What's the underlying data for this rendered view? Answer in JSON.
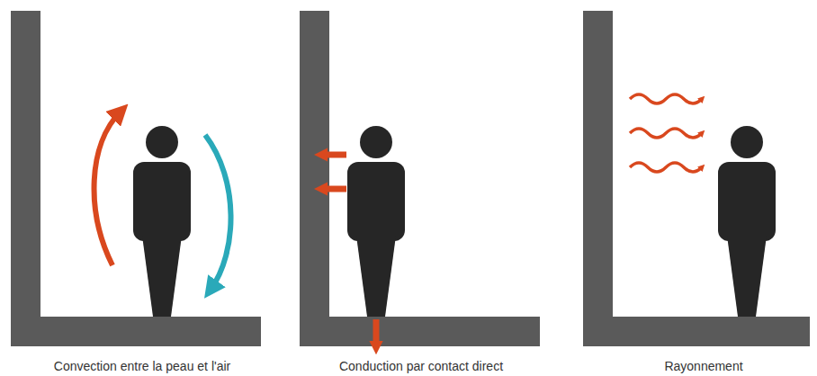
{
  "diagram": {
    "labels": [
      "Convection entre la peau et l'air",
      "Conduction par contact direct",
      "Rayonnement"
    ]
  }
}
